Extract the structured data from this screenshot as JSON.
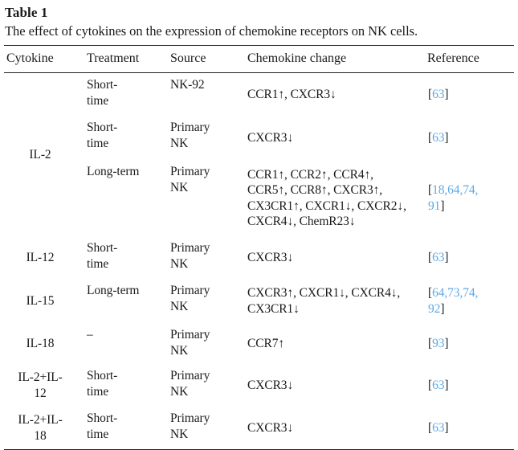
{
  "figure": {
    "label": "Table 1",
    "caption": "The effect of cytokines on the expression of chemokine receptors on NK cells."
  },
  "columns": {
    "cytokine": "Cytokine",
    "treatment": "Treatment",
    "source": "Source",
    "change": "Chemokine change",
    "reference": "Reference"
  },
  "colors": {
    "reference_link": "#5ba9e8",
    "text": "#1a1a1a",
    "rule": "#222222",
    "background": "#ffffff"
  },
  "rows": [
    {
      "cytokine": "IL-2",
      "treatment": "Short-\ntime",
      "source": "NK-92",
      "change": "CCR1↑, CXCR3↓",
      "reference": "[63]",
      "reference_numbers": "63"
    },
    {
      "cytokine": "",
      "treatment": "Short-\ntime",
      "source": "Primary\nNK",
      "change": "CXCR3↓",
      "reference": "[63]",
      "reference_numbers": "63"
    },
    {
      "cytokine": "",
      "treatment": "Long-term",
      "source": "Primary\nNK",
      "change": "CCR1↑, CCR2↑, CCR4↑,\nCCR5↑, CCR8↑, CXCR3↑,\nCX3CR1↑, CXCR1↓, CXCR2↓,\nCXCR4↓, ChemR23↓",
      "reference": "[18,64,74,\n91]",
      "reference_numbers": "18,64,74,\n91"
    },
    {
      "cytokine": "IL-12",
      "treatment": "Short-\ntime",
      "source": "Primary\nNK",
      "change": "CXCR3↓",
      "reference": "[63]",
      "reference_numbers": "63"
    },
    {
      "cytokine": "IL-15",
      "treatment": "Long-term",
      "source": "Primary\nNK",
      "change": "CXCR3↑, CXCR1↓, CXCR4↓,\nCX3CR1↓",
      "reference": "[64,73,74,\n92]",
      "reference_numbers": "64,73,74,\n92"
    },
    {
      "cytokine": "IL-18",
      "treatment": "–",
      "source": "Primary\nNK",
      "change": "CCR7↑",
      "reference": "[93]",
      "reference_numbers": "93"
    },
    {
      "cytokine": "IL-2+IL-\n12",
      "treatment": "Short-\ntime",
      "source": "Primary\nNK",
      "change": "CXCR3↓",
      "reference": "[63]",
      "reference_numbers": "63"
    },
    {
      "cytokine": "IL-2+IL-\n18",
      "treatment": "Short-\ntime",
      "source": "Primary\nNK",
      "change": "CXCR3↓",
      "reference": "[63]",
      "reference_numbers": "63"
    }
  ]
}
